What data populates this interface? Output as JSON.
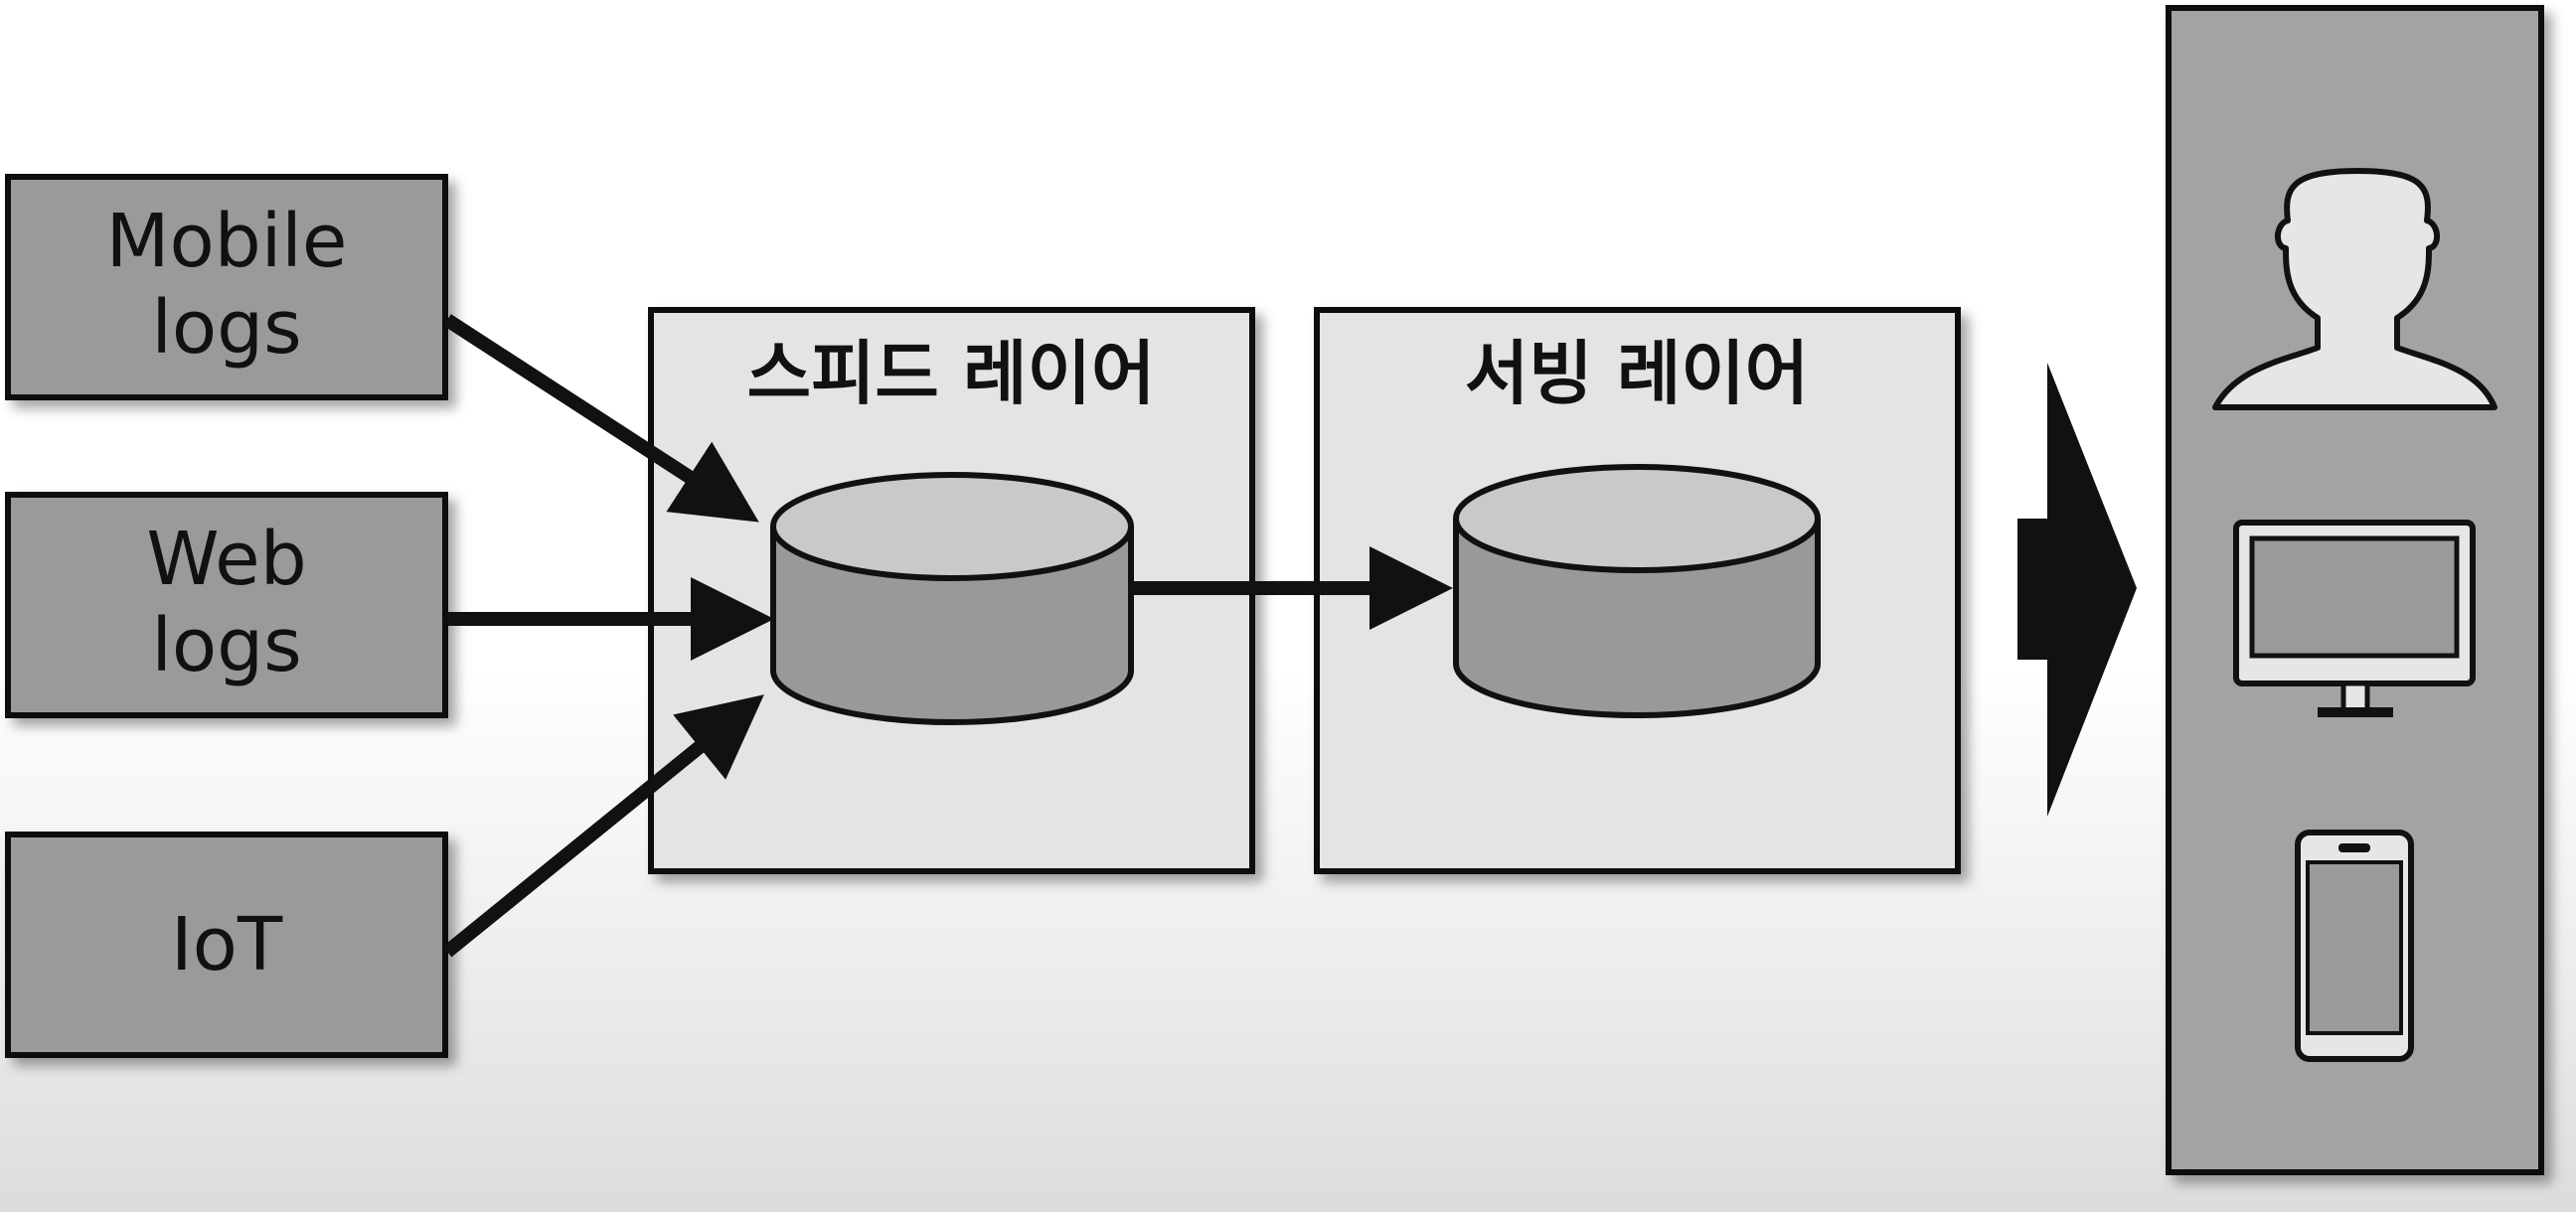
{
  "sources": [
    {
      "line1": "Mobile",
      "line2": "logs"
    },
    {
      "line1": "Web",
      "line2": "logs"
    },
    {
      "line1": "IoT",
      "line2": ""
    }
  ],
  "layers": {
    "speed": "스피드 레이어",
    "serving": "서빙 레이어"
  },
  "consumers": [
    "person-icon",
    "monitor-icon",
    "smartphone-icon"
  ],
  "colors": {
    "box_fill": "#9a9a9a",
    "layer_fill": "#e4e4e4",
    "db_top": "#c9c9c9",
    "db_body": "#999999",
    "consumer_panel": "#a3a3a3",
    "stroke": "#111111"
  }
}
